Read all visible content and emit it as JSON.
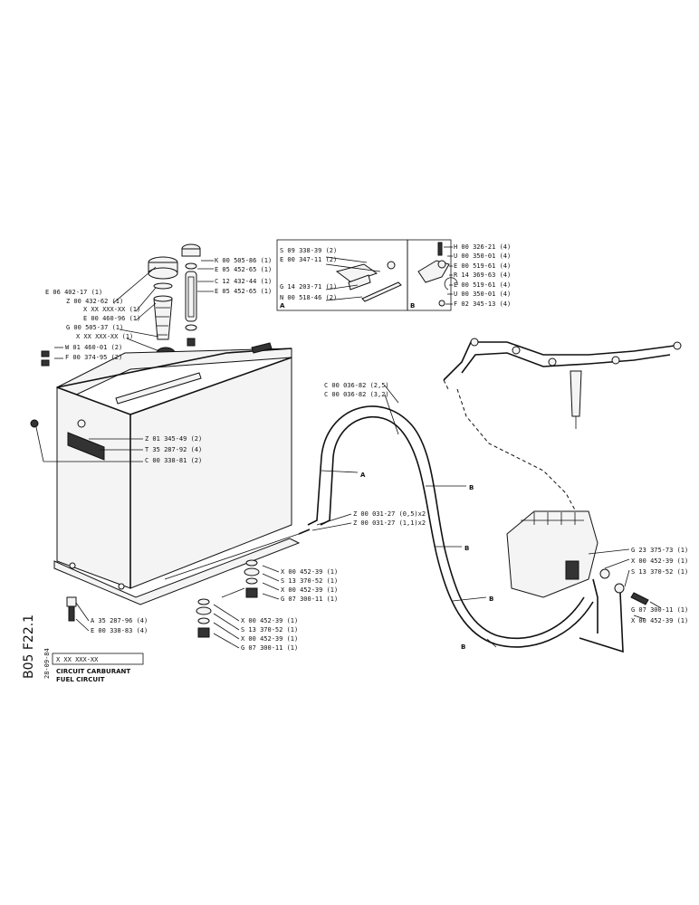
{
  "sheet": {
    "code": "B05 F22.1",
    "date": "28-09-84",
    "part_no": "X XX XXX-XX",
    "title_fr": "CIRCUIT CARBURANT",
    "title_en": "FUEL CIRCUIT"
  },
  "detail_a": {
    "letter": "A",
    "labels": [
      "S 09 338-39 (2)",
      "E 00 347-11 (2)",
      "G 14 203-71 (1)",
      "N 00 518-46 (2)"
    ]
  },
  "detail_b": {
    "letter": "B",
    "labels": [
      "H 00 326-21 (4)",
      "U 00 350-01 (4)",
      "E 00 519-61 (4)",
      "R 14 369-63 (4)",
      "E 00 519-61 (4)",
      "U 00 350-01 (4)",
      "F 02 345-13 (4)"
    ]
  },
  "filler": {
    "labels": [
      "K 00 505-86 (1)",
      "E 05 452-65 (1)",
      "C 12 432-44 (1)",
      "E 05 452-65 (1)"
    ]
  },
  "tank_left": {
    "labels": [
      "E 06 402-17 (1)",
      "Z 00 432-62 (1)",
      "X XX XXX-XX (1)",
      "E 00 460-96 (1)",
      "G 00 505-37 (1)",
      "X XX XXX-XX (1)",
      "W 01 460-01 (2)",
      "F 00 374-95 (2)"
    ]
  },
  "tank_right": {
    "labels": [
      "Z 01 345-49 (2)",
      "T 35 287-92 (4)",
      "C 00 338-81 (2)"
    ]
  },
  "hose": {
    "labels": [
      "C 00 036-82 (2,5)",
      "C 00 036-82 (3,2)",
      "Z 00 031-27 (0,5)x2",
      "Z 00 031-27 (1,1)x2"
    ],
    "markers": [
      "A",
      "B",
      "B",
      "B",
      "B"
    ]
  },
  "fittings_mid": {
    "labels": [
      "X 00 452-39 (1)",
      "S 13 370-52 (1)",
      "X 00 452-39 (1)",
      "G 07 300-11 (1)"
    ]
  },
  "fittings_low": {
    "labels": [
      "X 00 452-39 (1)",
      "S 13 370-52 (1)",
      "X 00 452-39 (1)",
      "G 07 300-11 (1)"
    ]
  },
  "tank_base": {
    "labels": [
      "A 35 287-96 (4)",
      "E 00 338-83 (4)"
    ]
  },
  "pump": {
    "labels": [
      "G 23 375-73 (1)",
      "X 00 452-39 (1)",
      "S 13 370-52 (1)",
      "G 07 300-11 (1)",
      "X 00 452-39 (1)"
    ]
  }
}
